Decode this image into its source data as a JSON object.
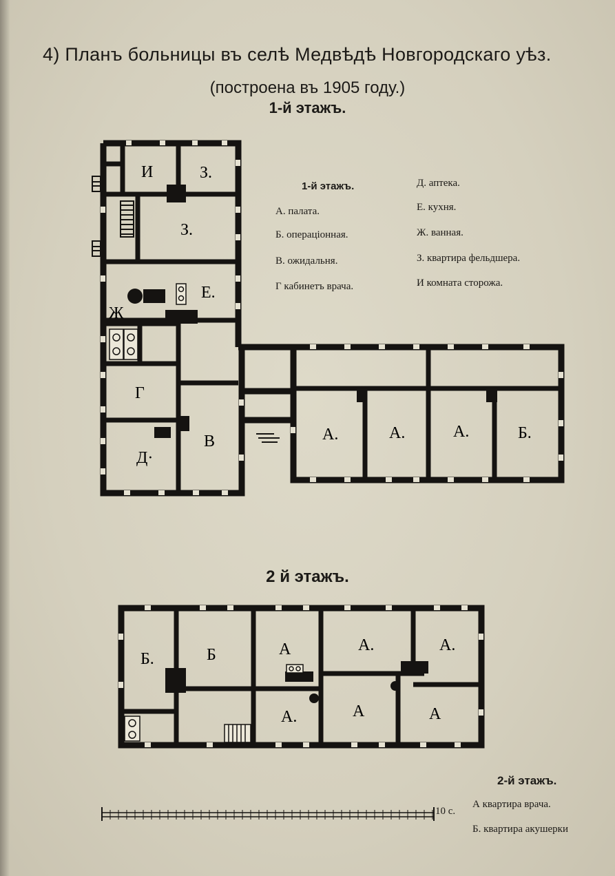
{
  "title": "4) Планъ больницы въ селѣ Медвѣдѣ Новгородскаго уѣз.",
  "subtitle": "(построена въ 1905 году.)",
  "floor1_heading": "1-й этажъ.",
  "floor2_heading": "2 й этажъ.",
  "legend1": {
    "heading": "1-й этажъ.",
    "left": [
      "А. палата.",
      "Б. операціонная.",
      "В. ожидальня.",
      "Г кабинетъ врача."
    ],
    "right": [
      "Д. аптека.",
      "Е. кухня.",
      "Ж. ванная.",
      "З. квартира фельдшера.",
      "И комната сторожа."
    ]
  },
  "floor1_rooms": {
    "i": "И",
    "z1": "З.",
    "z2": "З.",
    "e": "Е.",
    "zh": "Ж",
    "g": "Г",
    "d": "Д·",
    "v": "В",
    "a1": "А.",
    "a2": "А.",
    "a3": "А.",
    "b": "Б."
  },
  "floor2_rooms": {
    "b1": "Б.",
    "b2": "Б",
    "a1": "А",
    "a2": "А.",
    "a3": "А.",
    "a4": "А.",
    "a5": "А",
    "a6": "А"
  },
  "legend2": {
    "heading": "2-й этажъ.",
    "items": [
      "А квартира врача.",
      "Б. квартира акушерки"
    ]
  },
  "scale_label": "10 с."
}
